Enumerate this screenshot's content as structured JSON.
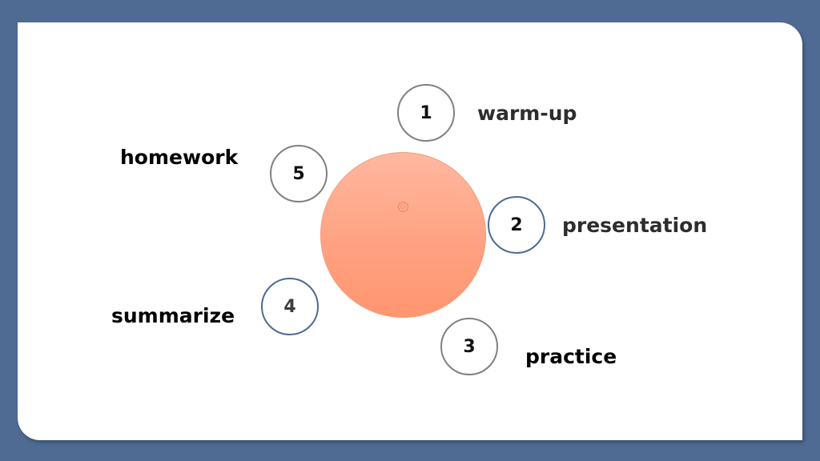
{
  "steps": [
    {
      "number": "1",
      "label": "warm-up"
    },
    {
      "number": "2",
      "label": "presentation"
    },
    {
      "number": "3",
      "label": "practice"
    },
    {
      "number": "4",
      "label": "summarize"
    },
    {
      "number": "5",
      "label": "homework"
    }
  ],
  "colors": {
    "background": "#4f6b93",
    "center_circle": "#ffa07f",
    "ring_gray": "#808080",
    "ring_blue": "#4e6a91"
  }
}
